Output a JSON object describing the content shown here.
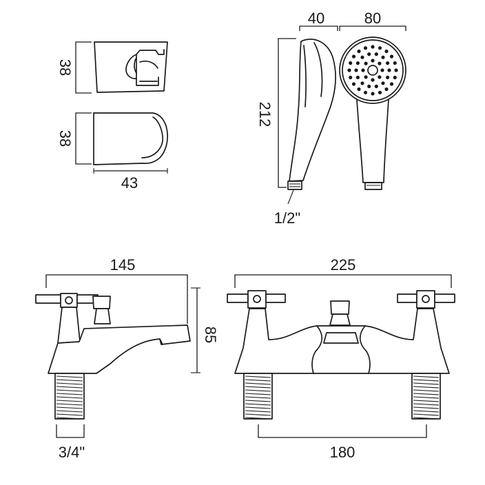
{
  "dimensions": {
    "bracket_top_height": "38",
    "bracket_side_height": "38",
    "bracket_width": "43",
    "handset_depth": "40",
    "handset_head_diameter": "80",
    "handset_length": "212",
    "handset_thread": "1/2\"",
    "filler_spout_projection": "145",
    "mixer_width": "225",
    "mixer_height": "85",
    "tap_thread": "3/4\"",
    "tap_centres": "180"
  },
  "colors": {
    "line": "#1a1a1a",
    "background": "#ffffff"
  }
}
